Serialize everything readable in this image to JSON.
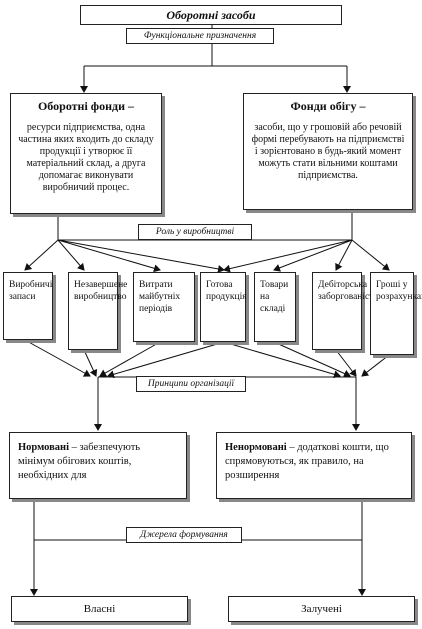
{
  "title": "Оборотні засоби",
  "labels": {
    "function": "Функціональне призначення",
    "role": "Роль у виробництві",
    "principles": "Принципи організації",
    "sources": "Джерела формування"
  },
  "funds": {
    "left_head": "Оборотні фонди –",
    "left_body": "ресурси підприємства, одна частина яких входить до складу продукції і утворює її матеріальний склад, а друга допомагає виконувати виробничий процес.",
    "right_head": "Фонди обігу –",
    "right_body": "засоби, що у грошовій або речовій формі перебувають на підприємстві і зорієнтовано в будь-який момент можуть стати вільними коштами підприємства."
  },
  "items": [
    "Виробничі запаси",
    "Незавершене виробництво",
    "Витрати майбутніх періодів",
    "Готова продукція",
    "Товари на складі",
    "Дебіторська заборгованість",
    "Гроші у розрахунках"
  ],
  "principles": {
    "norm_head": "Нормовані",
    "norm_body": " – забезпечують мінімум обігових коштів, необхідних для",
    "nonnorm_head": "Ненормовані",
    "nonnorm_body": " – додаткові кошти, що спрямовуються, як правило, на розширення"
  },
  "sources": {
    "own": "Власні",
    "borrowed": "Залучені"
  }
}
